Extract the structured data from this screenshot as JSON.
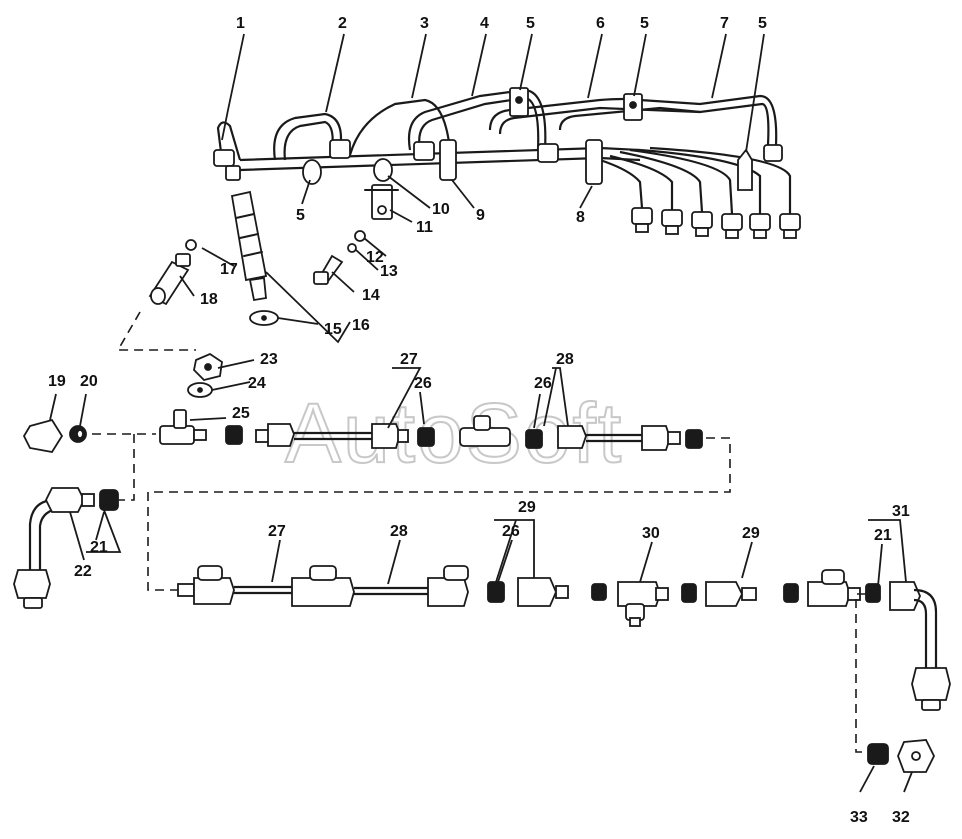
{
  "watermark": "AutoSoft",
  "labels": [
    "1",
    "2",
    "3",
    "4",
    "5",
    "6",
    "5",
    "7",
    "5",
    "5",
    "10",
    "9",
    "8",
    "11",
    "12",
    "13",
    "14",
    "17",
    "18",
    "15",
    "16",
    "23",
    "24",
    "25",
    "27",
    "26",
    "28",
    "26",
    "19",
    "20",
    "21",
    "22",
    "27",
    "28",
    "29",
    "26",
    "30",
    "29",
    "31",
    "21",
    "33",
    "32"
  ]
}
